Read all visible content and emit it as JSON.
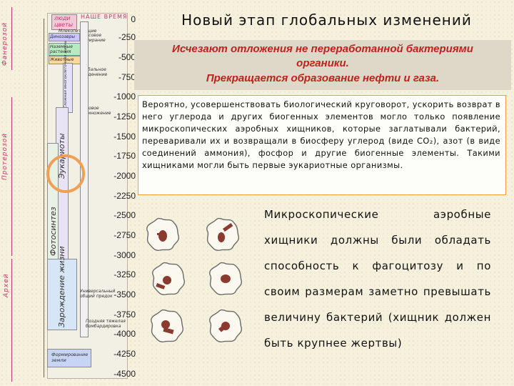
{
  "timeline": {
    "eras": [
      "Фанерозой",
      "Протерозой",
      "Архей"
    ],
    "ticks": [
      "0",
      "-250",
      "-500",
      "-750",
      "-1000",
      "-1250",
      "-1500",
      "-1750",
      "-2000",
      "-2250",
      "-2500",
      "-2750",
      "-3000",
      "-3250",
      "-3500",
      "-3750",
      "-4000",
      "-4250",
      "-4500"
    ],
    "header_people": "люди",
    "header_flowers": "цветы",
    "header_now": "НАШЕ ВРЕМЯ",
    "notes": {
      "mammals": "Млекопитающие",
      "dinos": "Динозавры",
      "mass_extinction": "Массовое вымирание",
      "land_plants": "Наземные растения",
      "animals": "Животные",
      "glaciation": "Глобальное оледенение",
      "sex_life": "Сложная многоклеточная жизнь",
      "mass_reproduction": "Половое размножение",
      "common_ancestor": "Универсальный общий предок",
      "bombardment": "Поздняя тяжелая бомбардировка",
      "earth_formation": "Формирование земли"
    },
    "columns": {
      "eukaryotes": "Эукариоты",
      "photosynthesis": "Фотосинтез",
      "origin_life": "Зарождение жизни"
    }
  },
  "title": "Новый этап глобальных изменений",
  "red_box": {
    "line1": "Исчезают отложения не переработанной бактериями",
    "line2": "органики.",
    "line3": "Прекращается образование нефти и газа."
  },
  "paragraph": "Вероятно, усовершенствовать биологический круговорот, ускорить возврат в него углерода и других биогенных элементов могло только появление микроскопических аэробных хищников, которые заглатывали бактерий, переваривали их и возвращали в биосферу углерод (виде CO₂), азот (в виде соединений аммония), фосфор и другие биогенные элементы. Такими хищниками могли быть первые эукариотные организмы.",
  "big_text": "Микроскопические аэробные хищники должны были обладать способность к фагоцитозу и по своим размерам заметно превышать величину бактерий (хищник должен быть крупнее жертвы)",
  "colors": {
    "accent_red": "#c2201b",
    "circle": "#f0a055",
    "era_pink": "#c53a6a"
  }
}
